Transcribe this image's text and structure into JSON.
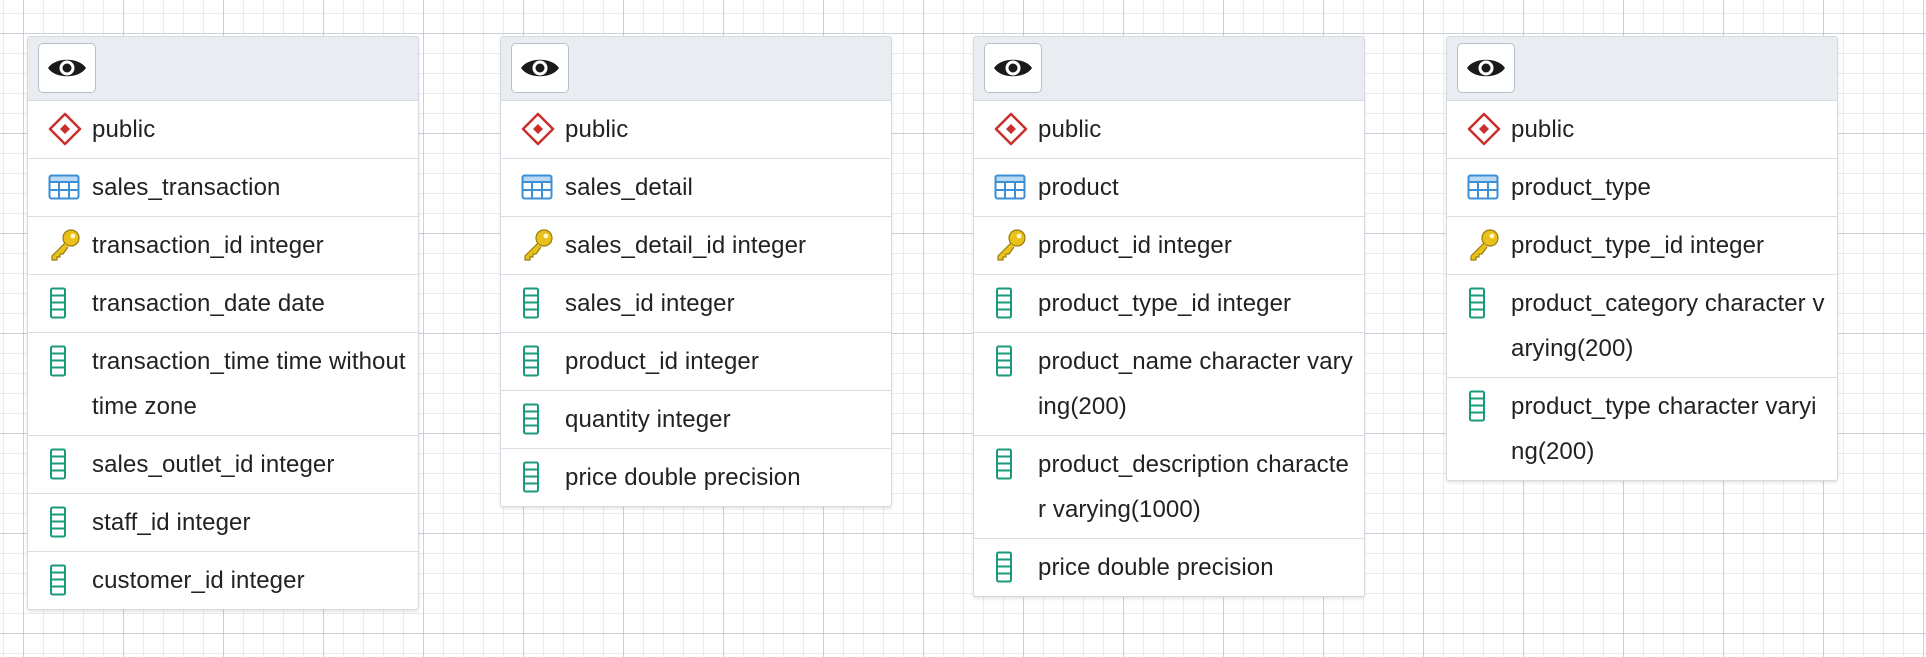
{
  "tables": [
    {
      "schema": "public",
      "name": "sales_transaction",
      "columns": [
        {
          "text": "transaction_id integer",
          "key": true
        },
        {
          "text": "transaction_date date",
          "key": false
        },
        {
          "text": "transaction_time time without time zone",
          "key": false
        },
        {
          "text": "sales_outlet_id integer",
          "key": false
        },
        {
          "text": "staff_id integer",
          "key": false
        },
        {
          "text": "customer_id integer",
          "key": false
        }
      ]
    },
    {
      "schema": "public",
      "name": "sales_detail",
      "columns": [
        {
          "text": "sales_detail_id integer",
          "key": true
        },
        {
          "text": "sales_id integer",
          "key": false
        },
        {
          "text": "product_id integer",
          "key": false
        },
        {
          "text": "quantity integer",
          "key": false
        },
        {
          "text": "price double precision",
          "key": false
        }
      ]
    },
    {
      "schema": "public",
      "name": "product",
      "columns": [
        {
          "text": "product_id integer",
          "key": true
        },
        {
          "text": "product_type_id integer",
          "key": false
        },
        {
          "text": "product_name character varying(200)",
          "key": false
        },
        {
          "text": "product_description character varying(1000)",
          "key": false
        },
        {
          "text": "price double precision",
          "key": false
        }
      ]
    },
    {
      "schema": "public",
      "name": "product_type",
      "columns": [
        {
          "text": "product_type_id integer",
          "key": true
        },
        {
          "text": "product_category character varying(200)",
          "key": false
        },
        {
          "text": "product_type character varying(200)",
          "key": false
        }
      ]
    }
  ],
  "icons": {
    "header_button": "eye-icon",
    "schema": "schema-diamond-icon",
    "table": "table-grid-icon",
    "primary_key": "key-icon",
    "column": "column-icon"
  },
  "colors": {
    "schema_icon": "#c9302c",
    "table_icon": "#3a8fd6",
    "key_icon": "#e8c21a",
    "column_icon": "#1a9a7a"
  }
}
